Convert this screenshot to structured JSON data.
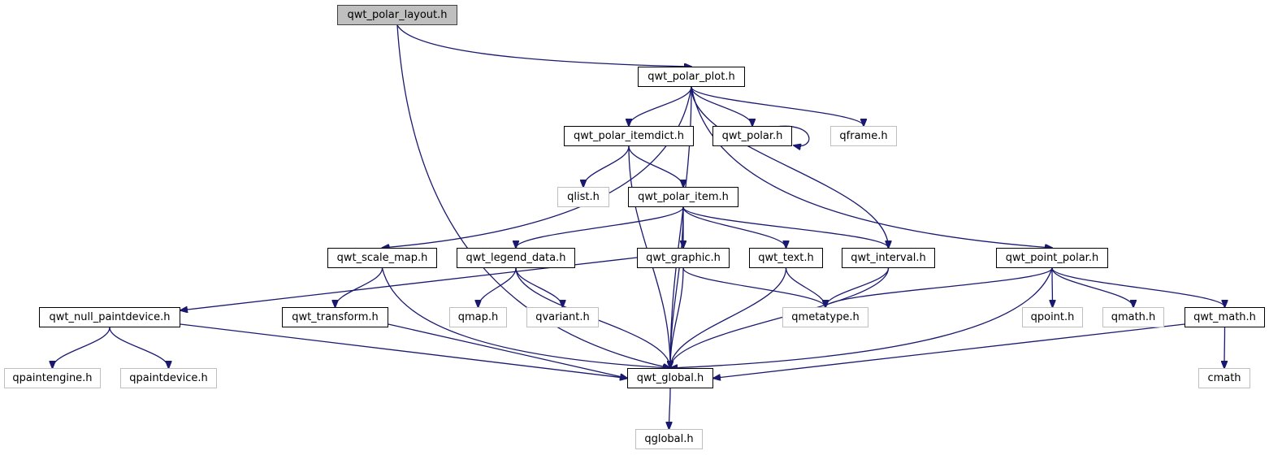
{
  "title": "qwt_polar_layout.h include dependency graph",
  "colors": {
    "edge": "#191970",
    "root_fill": "#bfbfbf",
    "local_border": "#000000",
    "external_border": "#bfbfbf"
  },
  "nodes": [
    {
      "id": "qwt_polar_layout",
      "label": "qwt_polar_layout.h",
      "kind": "root"
    },
    {
      "id": "qwt_polar_plot",
      "label": "qwt_polar_plot.h",
      "kind": "local"
    },
    {
      "id": "qwt_polar_itemdict",
      "label": "qwt_polar_itemdict.h",
      "kind": "local"
    },
    {
      "id": "qwt_polar",
      "label": "qwt_polar.h",
      "kind": "local"
    },
    {
      "id": "qframe",
      "label": "qframe.h",
      "kind": "external"
    },
    {
      "id": "qlist",
      "label": "qlist.h",
      "kind": "external"
    },
    {
      "id": "qwt_polar_item",
      "label": "qwt_polar_item.h",
      "kind": "local"
    },
    {
      "id": "qwt_scale_map",
      "label": "qwt_scale_map.h",
      "kind": "local"
    },
    {
      "id": "qwt_legend_data",
      "label": "qwt_legend_data.h",
      "kind": "local"
    },
    {
      "id": "qwt_graphic",
      "label": "qwt_graphic.h",
      "kind": "local"
    },
    {
      "id": "qwt_text",
      "label": "qwt_text.h",
      "kind": "local"
    },
    {
      "id": "qwt_interval",
      "label": "qwt_interval.h",
      "kind": "local"
    },
    {
      "id": "qwt_point_polar",
      "label": "qwt_point_polar.h",
      "kind": "local"
    },
    {
      "id": "qwt_null_paintdevice",
      "label": "qwt_null_paintdevice.h",
      "kind": "local"
    },
    {
      "id": "qwt_transform",
      "label": "qwt_transform.h",
      "kind": "local"
    },
    {
      "id": "qmap",
      "label": "qmap.h",
      "kind": "external"
    },
    {
      "id": "qvariant",
      "label": "qvariant.h",
      "kind": "external"
    },
    {
      "id": "qmetatype",
      "label": "qmetatype.h",
      "kind": "external"
    },
    {
      "id": "qpoint",
      "label": "qpoint.h",
      "kind": "external"
    },
    {
      "id": "qmath",
      "label": "qmath.h",
      "kind": "external"
    },
    {
      "id": "qwt_math",
      "label": "qwt_math.h",
      "kind": "local"
    },
    {
      "id": "qpaintengine",
      "label": "qpaintengine.h",
      "kind": "external"
    },
    {
      "id": "qpaintdevice",
      "label": "qpaintdevice.h",
      "kind": "external"
    },
    {
      "id": "qwt_global",
      "label": "qwt_global.h",
      "kind": "local"
    },
    {
      "id": "cmath",
      "label": "cmath",
      "kind": "external"
    },
    {
      "id": "qglobal",
      "label": "qglobal.h",
      "kind": "external"
    }
  ],
  "edges": [
    [
      "qwt_polar_layout",
      "qwt_polar_plot"
    ],
    [
      "qwt_polar_layout",
      "qwt_global"
    ],
    [
      "qwt_polar_plot",
      "qwt_global"
    ],
    [
      "qwt_polar_plot",
      "qwt_scale_map"
    ],
    [
      "qwt_polar_plot",
      "qwt_polar_itemdict"
    ],
    [
      "qwt_polar_plot",
      "qwt_polar"
    ],
    [
      "qwt_polar_plot",
      "qframe"
    ],
    [
      "qwt_polar_plot",
      "qwt_interval"
    ],
    [
      "qwt_polar_plot",
      "qwt_point_polar"
    ],
    [
      "qwt_polar",
      "qwt_polar"
    ],
    [
      "qwt_polar_itemdict",
      "qlist"
    ],
    [
      "qwt_polar_itemdict",
      "qwt_polar_item"
    ],
    [
      "qwt_polar_itemdict",
      "qwt_global"
    ],
    [
      "qwt_polar_item",
      "qwt_legend_data"
    ],
    [
      "qwt_polar_item",
      "qwt_global"
    ],
    [
      "qwt_polar_item",
      "qwt_graphic"
    ],
    [
      "qwt_polar_item",
      "qwt_text"
    ],
    [
      "qwt_polar_item",
      "qwt_interval"
    ],
    [
      "qwt_scale_map",
      "qwt_transform"
    ],
    [
      "qwt_scale_map",
      "qwt_global"
    ],
    [
      "qwt_legend_data",
      "qmap"
    ],
    [
      "qwt_legend_data",
      "qvariant"
    ],
    [
      "qwt_legend_data",
      "qwt_global"
    ],
    [
      "qwt_graphic",
      "qwt_null_paintdevice"
    ],
    [
      "qwt_graphic",
      "qwt_global"
    ],
    [
      "qwt_graphic",
      "qmetatype"
    ],
    [
      "qwt_text",
      "qwt_global"
    ],
    [
      "qwt_text",
      "qmetatype"
    ],
    [
      "qwt_interval",
      "qmetatype"
    ],
    [
      "qwt_interval",
      "qwt_global"
    ],
    [
      "qwt_point_polar",
      "qmetatype"
    ],
    [
      "qwt_point_polar",
      "qwt_global"
    ],
    [
      "qwt_point_polar",
      "qpoint"
    ],
    [
      "qwt_point_polar",
      "qmath"
    ],
    [
      "qwt_point_polar",
      "qwt_math"
    ],
    [
      "qwt_null_paintdevice",
      "qpaintengine"
    ],
    [
      "qwt_null_paintdevice",
      "qpaintdevice"
    ],
    [
      "qwt_null_paintdevice",
      "qwt_global"
    ],
    [
      "qwt_transform",
      "qwt_global"
    ],
    [
      "qwt_math",
      "qwt_global"
    ],
    [
      "qwt_math",
      "cmath"
    ],
    [
      "qwt_global",
      "qglobal"
    ]
  ]
}
